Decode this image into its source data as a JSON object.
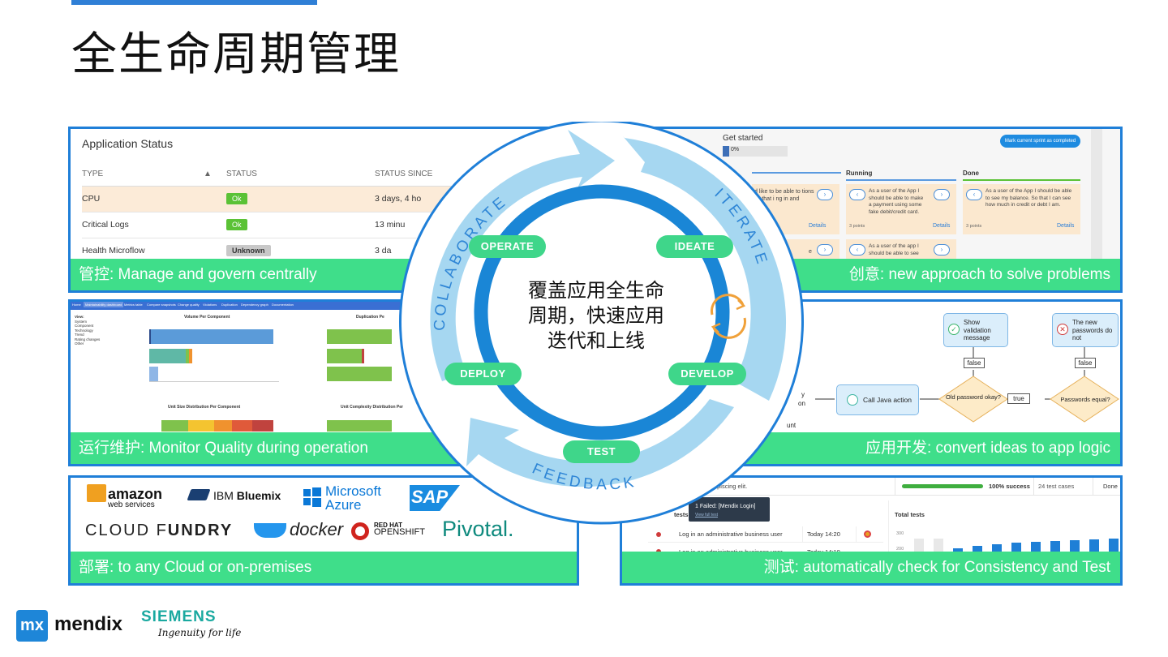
{
  "title": "全生命周期管理",
  "center_text": [
    "覆盖应用全生命",
    "周期，快速应用",
    "迭代和上线"
  ],
  "cycle": {
    "arc_labels": {
      "collaborate": "COLLABORATE",
      "iterate": "ITERATE",
      "feedback": "FEEDBACK"
    },
    "stages": {
      "operate": "OPERATE",
      "ideate": "IDEATE",
      "deploy": "DEPLOY",
      "develop": "DEVELOP",
      "test": "TEST"
    }
  },
  "panels": {
    "status": {
      "caption": "管控: Manage and govern centrally",
      "app_title": "Application Status",
      "columns": [
        "TYPE",
        "▲",
        "STATUS",
        "STATUS SINCE"
      ],
      "rows": [
        {
          "type": "CPU",
          "status": "Ok",
          "since": "3 days, 4 ho"
        },
        {
          "type": "Critical Logs",
          "status": "Ok",
          "since": "13 minu"
        },
        {
          "type": "Health Microflow",
          "status": "Unknown",
          "since": "3 da"
        }
      ]
    },
    "ideate": {
      "caption": "创意: new approach to solve problems",
      "get_started": "Get started",
      "progress_label": "0%",
      "mark_button": "Mark current sprint as completed",
      "col_running": "Running",
      "col_done": "Done",
      "card1_text": "d like to be able to tions so that i ng in and",
      "card2_text": "As a user of the App I should be able to make a payment using some fake debit/credit card.",
      "card3_text": "As a user of the App I should be able to see my balance. So that I can see how much in credit or debt I am.",
      "card4_text": "As a user of the app I should be able to see",
      "card5_text": "e",
      "points": "3 points",
      "details": "Details"
    },
    "monitor": {
      "caption": "运行维护: Monitor Quality during operation",
      "tabs": [
        "Home",
        "Maintainability dashboard",
        "Metrics table",
        "Compare snapshots",
        "Change quality",
        "Violations",
        "Duplication",
        "Dependency graph",
        "Documentation"
      ],
      "chart1_title": "Volume Per Component",
      "chart2_title": "Duplication Pe",
      "chart3_title": "Unit Size Distribution Per Component",
      "chart4_title": "Unit Complexity Distribution Per",
      "side_items": [
        "View:",
        "System",
        "Component",
        "Technology",
        "Trend",
        "Rating changes",
        "Other"
      ]
    },
    "develop": {
      "caption": "应用开发: convert ideas to app logic",
      "show_validation": "Show validation message",
      "new_passwords": "The new passwords do not",
      "false_label": "false",
      "true_label": "true",
      "call_java": "Call Java action",
      "old_password": "Old password okay?",
      "passwords_equal": "Passwords equal?",
      "partial_a": "y",
      "partial_b": "on",
      "partial_c": "unt"
    },
    "deploy": {
      "caption": "部署: to any Cloud or on-premises",
      "logos": {
        "amazon": "amazon",
        "aws": "web services",
        "ibm": "IBM",
        "bluemix": "Bluemix",
        "ms1": "Microsoft",
        "ms2": "Azure",
        "sap": "SAP",
        "cloudfoundry_a": "CLOUD F",
        "cloudfoundry_b": "UNDRY",
        "docker": "docker",
        "redhat": "RED HAT",
        "openshift": "OPENSHIFT",
        "pivotal": "Pivotal."
      }
    },
    "test": {
      "caption": "测试: automatically check for Consistency and Test",
      "header_text": "onsectetur adipiscing elit.",
      "success": "100% success",
      "test_cases": "24 test cases",
      "done": "Done",
      "tooltip_title": "1 Failed: [Mendix Login]",
      "tooltip_link": "View full test",
      "tests_label": "tests",
      "total_tests": "Total tests",
      "row_text": "Log in an administrative business user",
      "row1_time": "Today 14:20",
      "row2_time": "Today 14:19",
      "y_ticks": [
        "300",
        "200"
      ]
    }
  },
  "footer": {
    "mx": "mx",
    "mendix": "mendix",
    "siemens": "SIEMENS",
    "tagline": "Ingenuity for life"
  },
  "colors": {
    "accent_blue": "#1f7fd8",
    "caption_green": "#3fde8a",
    "ring_blue": "#1a86d6",
    "arrow_light": "#a6d7f1"
  }
}
